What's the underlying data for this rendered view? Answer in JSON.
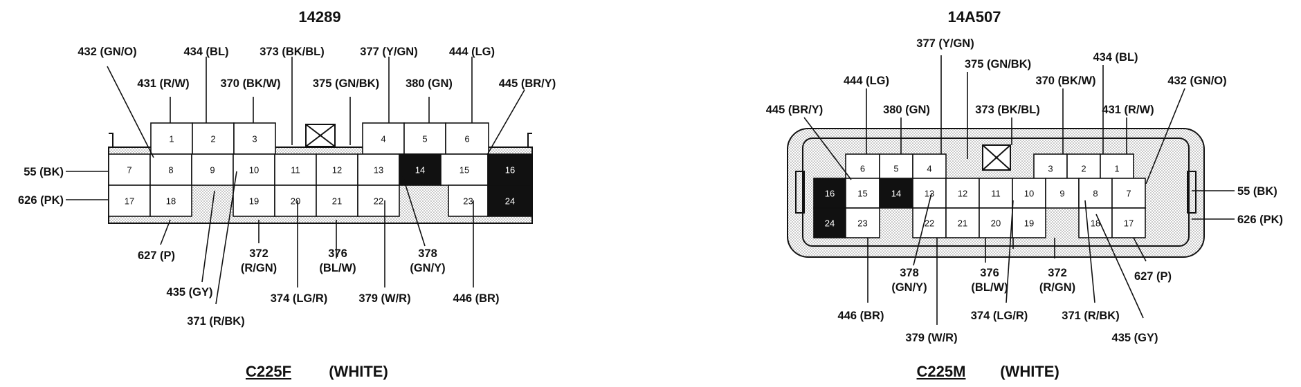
{
  "connectors": [
    {
      "part_number": "14289",
      "caption_id": "C225F",
      "caption_color": "(WHITE)",
      "pins": [
        "1",
        "2",
        "3",
        "4",
        "5",
        "6",
        "7",
        "8",
        "9",
        "10",
        "11",
        "12",
        "13",
        "14",
        "15",
        "16",
        "17",
        "18",
        "19",
        "20",
        "21",
        "22",
        "23",
        "24"
      ],
      "dark_pins": [
        "14",
        "16",
        "24"
      ],
      "labels": {
        "n432": "432 (GN/O)",
        "n434": "434 (BL)",
        "n373": "373 (BK/BL)",
        "n377": "377 (Y/GN)",
        "n444": "444 (LG)",
        "n431": "431 (R/W)",
        "n370": "370 (BK/W)",
        "n375": "375 (GN/BK)",
        "n380": "380 (GN)",
        "n445": "445 (BR/Y)",
        "n55": "55 (BK)",
        "n626": "626 (PK)",
        "n627": "627 (P)",
        "n372a": "372",
        "n372b": "(R/GN)",
        "n376a": "376",
        "n376b": "(BL/W)",
        "n378a": "378",
        "n378b": "(GN/Y)",
        "n435": "435 (GY)",
        "n374": "374 (LG/R)",
        "n379": "379 (W/R)",
        "n446": "446 (BR)",
        "n371": "371 (R/BK)"
      }
    },
    {
      "part_number": "14A507",
      "caption_id": "C225M",
      "caption_color": "(WHITE)",
      "pins": [
        "6",
        "5",
        "4",
        "3",
        "2",
        "1",
        "16",
        "15",
        "14",
        "13",
        "12",
        "11",
        "10",
        "9",
        "8",
        "7",
        "24",
        "23",
        "22",
        "21",
        "20",
        "19",
        "18",
        "17"
      ],
      "dark_pins": [
        "14",
        "16",
        "24"
      ],
      "labels": {
        "n377": "377 (Y/GN)",
        "n375": "375 (GN/BK)",
        "n434": "434 (BL)",
        "n444": "444 (LG)",
        "n370": "370 (BK/W)",
        "n432": "432 (GN/O)",
        "n445": "445 (BR/Y)",
        "n380": "380 (GN)",
        "n373": "373 (BK/BL)",
        "n431": "431 (R/W)",
        "n55": "55 (BK)",
        "n626": "626 (PK)",
        "n378a": "378",
        "n378b": "(GN/Y)",
        "n376a": "376",
        "n376b": "(BL/W)",
        "n372a": "372",
        "n372b": "(R/GN)",
        "n627": "627 (P)",
        "n446": "446 (BR)",
        "n374": "374 (LG/R)",
        "n371": "371 (R/BK)",
        "n435": "435 (GY)",
        "n379": "379 (W/R)"
      }
    }
  ]
}
